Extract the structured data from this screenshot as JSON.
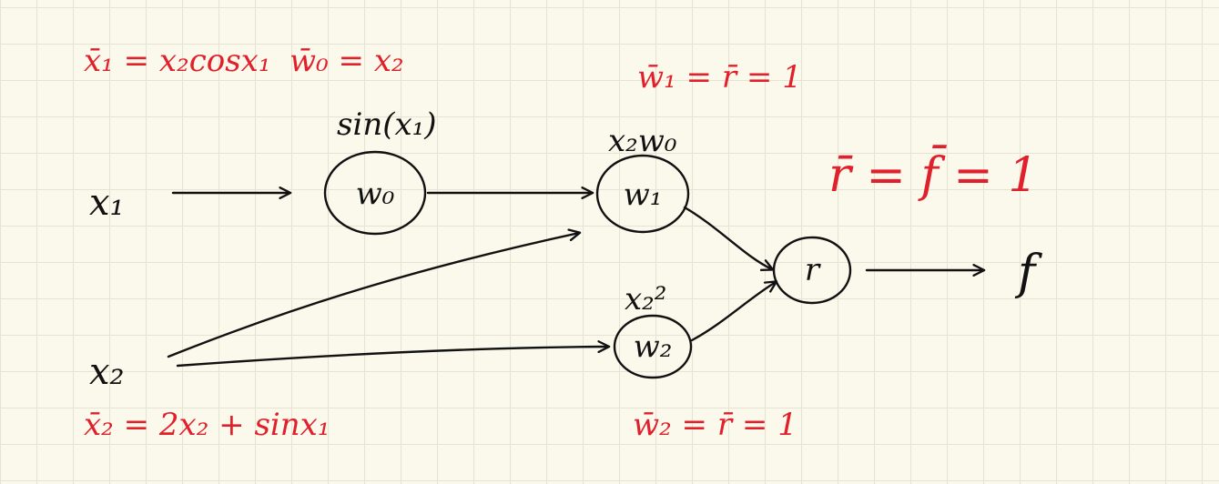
{
  "inputs": {
    "x1": "x₁",
    "x2": "x₂",
    "f": "f"
  },
  "nodes": {
    "w0": {
      "label": "w₀",
      "expr": "sin(x₁)"
    },
    "w1": {
      "label": "w₁",
      "expr": "x₂w₀"
    },
    "w2": {
      "label": "w₂",
      "expr": "x₂²"
    },
    "r": {
      "label": "r"
    }
  },
  "annotations": {
    "x1_bar": "x̄₁ = x₂cosx₁",
    "w0_bar": "w̄₀ = x₂",
    "w1_bar": "w̄₁ = r̄ = 1",
    "r_bar": "r̄ = f̄ = 1",
    "x2_bar": "x̄₂ = 2x₂ + sinx₁",
    "w2_bar": "w̄₂ = r̄ = 1"
  },
  "colors": {
    "ink": "#111111",
    "annotation": "#e0202a",
    "paper": "#fbf9ec",
    "grid": "#e6e3d4"
  }
}
